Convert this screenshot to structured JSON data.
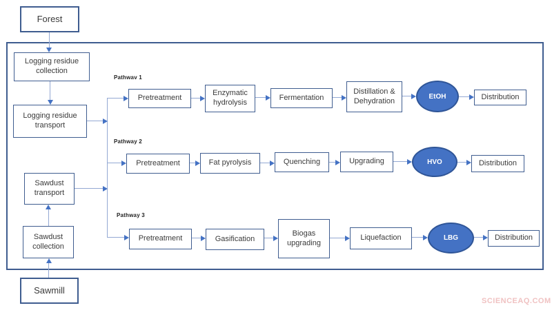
{
  "diagram": {
    "supply_chain": {
      "forest": "Forest",
      "logging_residue_collection": "Logging residue collection",
      "logging_residue_transport": "Logging residue transport",
      "sawdust_transport": "Sawdust transport",
      "sawdust_collection": "Sawdust collection",
      "sawmill": "Sawmill"
    },
    "pathways": [
      {
        "label": "Pathwav 1",
        "steps": [
          "Pretreatment",
          "Enzymatic hydrolysis",
          "Fermentation",
          "Distillation & Dehydration"
        ],
        "product": "EtOH",
        "distribution": "Distribution"
      },
      {
        "label": "Pathway 2",
        "steps": [
          "Pretreatment",
          "Fat pyrolysis",
          "Quenching",
          "Upgrading"
        ],
        "product": "HVO",
        "distribution": "Distribution"
      },
      {
        "label": "Pathway 3",
        "steps": [
          "Pretreatment",
          "Gasification",
          "Biogas upgrading",
          "Liquefaction"
        ],
        "product": "LBG",
        "distribution": "Distribution"
      }
    ],
    "watermark": "SCIENCEAQ.COM",
    "colors": {
      "accent_blue": "#4472c4",
      "node_border": "#3e5c8f",
      "product_fill": "#4472c4",
      "product_border": "#2f5597",
      "connector_line": "#93a8d3",
      "watermark_pink": "#f0c2c2"
    }
  }
}
